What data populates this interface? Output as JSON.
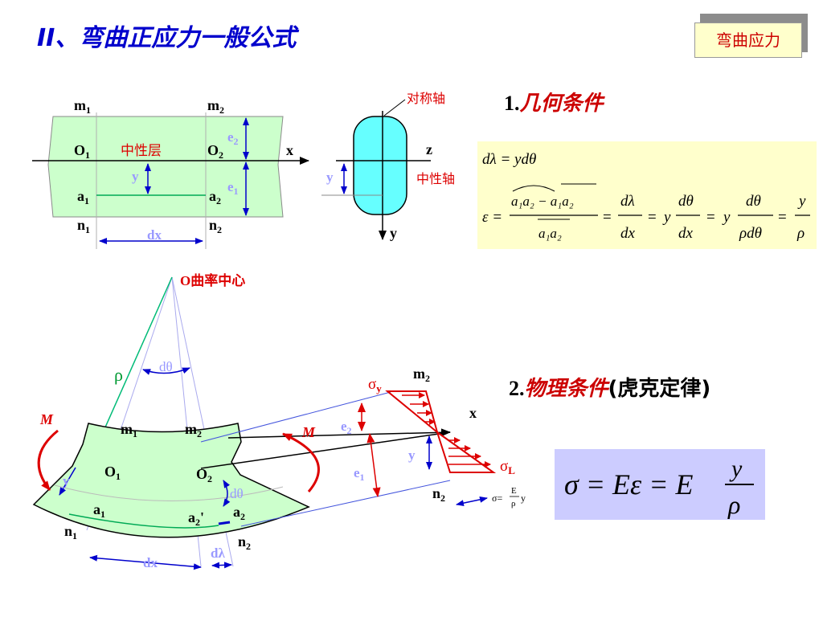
{
  "slide": {
    "title": "II、弯曲正应力一般公式",
    "badge": "弯曲应力"
  },
  "geometry_section": {
    "number": "1.",
    "heading": "几何条件",
    "eq1": "dλ = ydθ",
    "eq2_lhs": "ε =",
    "eq2_num": "a₁a₂ − a₁a₂",
    "eq2_den": "a₁a₂",
    "eq2_f2_num": "dλ",
    "eq2_f2_den": "dx",
    "eq2_y1": "y",
    "eq2_f3_num": "dθ",
    "eq2_f3_den": "dx",
    "eq2_y2": "y",
    "eq2_f4_num": "dθ",
    "eq2_f4_den": "ρdθ",
    "eq2_f5_num": "y",
    "eq2_f5_den": "ρ",
    "eq_sign": "="
  },
  "physical_section": {
    "number": "2.",
    "heading": "物理条件",
    "paren": "(虎克定律)",
    "hooke_lhs": "σ = Eε = E",
    "hooke_num": "y",
    "hooke_den": "ρ",
    "small_formula_pre": "σ=",
    "small_formula_num": "E",
    "small_formula_den": "ρ",
    "small_formula_post": "y"
  },
  "beam_diagram": {
    "m1": "m",
    "m2": "m",
    "n1": "n",
    "n2": "n",
    "o1": "O",
    "o2": "O",
    "a1": "a",
    "a2": "a",
    "sub1": "1",
    "sub2": "2",
    "neutral_layer": "中性层",
    "x": "x",
    "y": "y",
    "dx": "dx",
    "e": "e"
  },
  "section_diagram": {
    "symmetry_axis": "对称轴",
    "neutral_axis": "中性轴",
    "z": "z",
    "y": "y",
    "y_dim": "y"
  },
  "bent_diagram": {
    "center": "O曲率中心",
    "rho": "ρ",
    "dtheta": "dθ",
    "M": "M",
    "m1": "m",
    "m2": "m",
    "n1": "n",
    "n2": "n",
    "o1": "O",
    "o2": "O",
    "a1": "a",
    "a2": "a",
    "a2p": "a",
    "prime": "'",
    "sub1": "1",
    "sub2": "2",
    "y": "y",
    "dx": "dx",
    "dlambda": "dλ",
    "x": "x",
    "sigma_y": "σ",
    "sigma_y_sub": "y",
    "sigma_L": "σ",
    "sigma_L_sub": "L",
    "e": "e"
  },
  "colors": {
    "title_blue": "#0000cc",
    "accent_red": "#cc0000",
    "beam_green": "#ccffcc",
    "section_cyan": "#66ffff",
    "eq_yellow": "#ffffcc",
    "hooke_lavender": "#ccccff",
    "dim_blue": "#0000cc"
  }
}
